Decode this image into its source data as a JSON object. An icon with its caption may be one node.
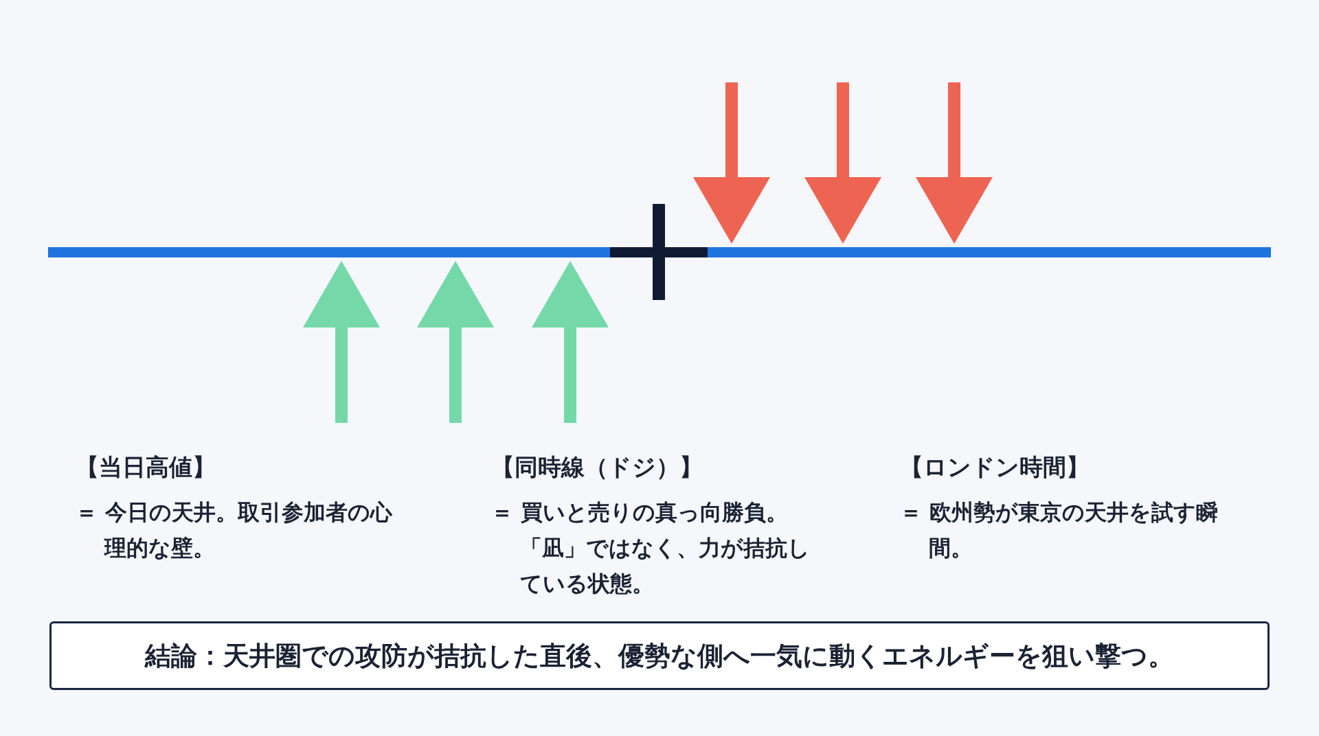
{
  "diagram": {
    "nodes": [
      {
        "text": [
          "結論：天井圏での攻防が拮抗した直後、優勢な側へ一気に動くエネルギーを狙い撃つ。"
        ]
      }
    ],
    "labels": [
      "【当日高値】",
      "＝ 今日の天井。取引参加者の心理的な壁。",
      "【同時線（ドジ）】",
      "＝ 買いと売りの真っ向勝負。「凪」ではなく、力が拮抗している状態。",
      "【ロンドン時間】",
      "＝ 欧州勢が東京の天井を試す瞬間。"
    ]
  }
}
